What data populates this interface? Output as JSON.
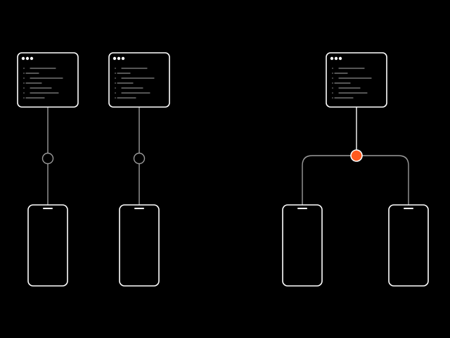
{
  "colors": {
    "background": "#000000",
    "line": "#ffffff",
    "connector_muted": "#9a9a9a",
    "accent_node": "#ff5a1f",
    "code_line": "#8a8a8a",
    "code_bullet": "#6e6e6e"
  },
  "icons": {
    "code_window": "code-window-icon",
    "phone": "phone-icon",
    "junction": "junction-node-icon"
  },
  "diagram": {
    "groups": [
      {
        "id": "left-1",
        "topology": "one-to-one",
        "junction": "hollow",
        "targets": 1
      },
      {
        "id": "left-2",
        "topology": "one-to-one",
        "junction": "hollow",
        "targets": 1
      },
      {
        "id": "right",
        "topology": "one-to-many",
        "junction": "accent-filled",
        "targets": 2
      }
    ]
  }
}
